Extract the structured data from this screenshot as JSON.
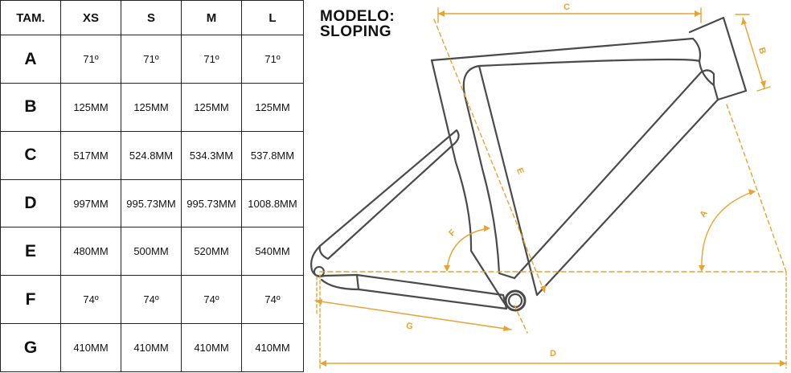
{
  "table": {
    "headers": [
      "TAM.",
      "XS",
      "S",
      "M",
      "L"
    ],
    "rows": [
      {
        "label": "A",
        "values": [
          "71º",
          "71º",
          "71º",
          "71º"
        ]
      },
      {
        "label": "B",
        "values": [
          "125MM",
          "125MM",
          "125MM",
          "125MM"
        ]
      },
      {
        "label": "C",
        "values": [
          "517MM",
          "524.8MM",
          "534.3MM",
          "537.8MM"
        ]
      },
      {
        "label": "D",
        "values": [
          "997MM",
          "995.73MM",
          "995.73MM",
          "1008.8MM"
        ]
      },
      {
        "label": "E",
        "values": [
          "480MM",
          "500MM",
          "520MM",
          "540MM"
        ]
      },
      {
        "label": "F",
        "values": [
          "74º",
          "74º",
          "74º",
          "74º"
        ]
      },
      {
        "label": "G",
        "values": [
          "410MM",
          "410MM",
          "410MM",
          "410MM"
        ]
      }
    ]
  },
  "model": {
    "line1": "MODELO:",
    "line2": "SLOPING"
  },
  "diagram": {
    "labels": {
      "A": "A",
      "B": "B",
      "C": "C",
      "D": "D",
      "E": "E",
      "F": "F",
      "G": "G"
    },
    "colors": {
      "frame_stroke": "#4a4a4a",
      "dimension": "#e8a230",
      "ground_line": "#e8a230"
    }
  }
}
